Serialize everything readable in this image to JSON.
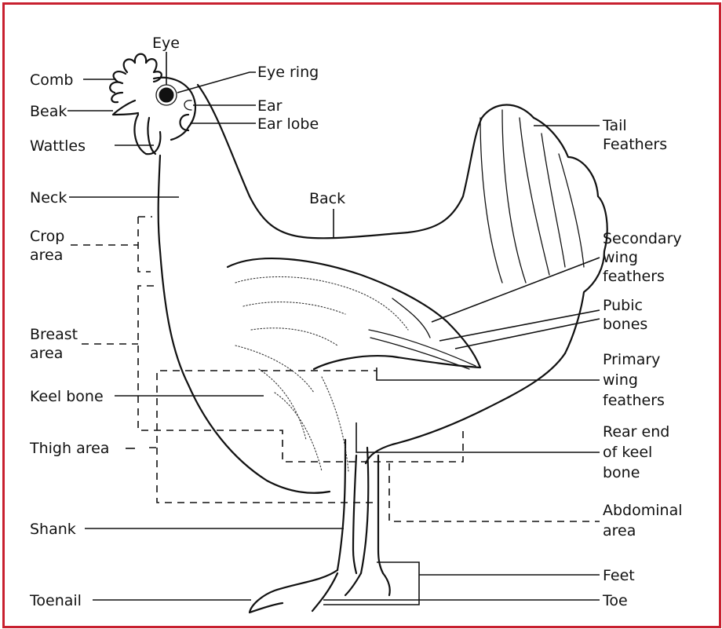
{
  "diagram": {
    "labels": {
      "eye": "Eye",
      "comb": "Comb",
      "eye_ring": "Eye ring",
      "beak": "Beak",
      "ear": "Ear",
      "ear_lobe": "Ear lobe",
      "wattles": "Wattles",
      "tail_feathers": [
        "Tail",
        "Feathers"
      ],
      "neck": "Neck",
      "back": "Back",
      "crop_area": [
        "Crop",
        "area"
      ],
      "secondary_wing_feathers": [
        "Secondary",
        "wing",
        "feathers"
      ],
      "pubic_bones": [
        "Pubic",
        "bones"
      ],
      "breast_area": [
        "Breast",
        "area"
      ],
      "primary_wing_feathers": [
        "Primary",
        "wing",
        "feathers"
      ],
      "keel_bone": "Keel bone",
      "rear_end_of_keel_bone": [
        "Rear end",
        "of keel",
        "bone"
      ],
      "thigh_area": "Thigh area",
      "abdominal_area": [
        "Abdominal",
        "area"
      ],
      "shank": "Shank",
      "feet": "Feet",
      "toenail": "Toenail",
      "toe": "Toe"
    },
    "colors": {
      "border": "#c8202f",
      "ink": "#111111",
      "background": "#ffffff"
    }
  }
}
